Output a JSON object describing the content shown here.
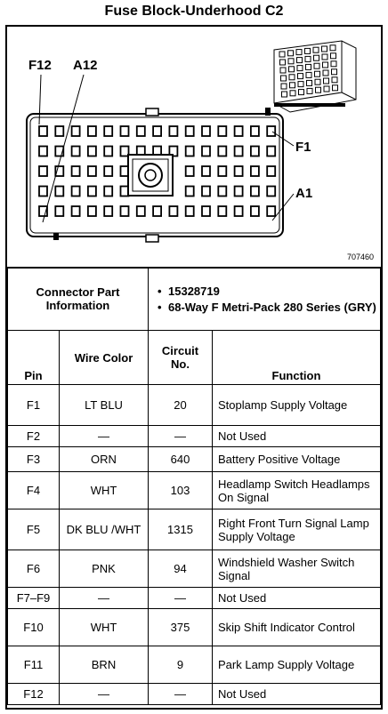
{
  "title": "Fuse Block-Underhood C2",
  "figure": {
    "pin_labels": {
      "f12": "F12",
      "a12": "A12",
      "f1": "F1",
      "a1": "A1"
    },
    "figure_number": "707460"
  },
  "connector": {
    "label": "Connector Part Information",
    "details": [
      "15328719",
      "68-Way F Metri-Pack 280 Series (GRY)"
    ]
  },
  "table": {
    "headers": {
      "pin": "Pin",
      "wire_color": "Wire Color",
      "circuit_no": "Circuit No.",
      "function": "Function"
    },
    "rows": [
      {
        "pin": "F1",
        "wire_color": "LT BLU",
        "circuit": "20",
        "function": "Stoplamp Supply Voltage"
      },
      {
        "pin": "F2",
        "wire_color": "—",
        "circuit": "—",
        "function": "Not Used"
      },
      {
        "pin": "F3",
        "wire_color": "ORN",
        "circuit": "640",
        "function": "Battery Positive Voltage"
      },
      {
        "pin": "F4",
        "wire_color": "WHT",
        "circuit": "103",
        "function": "Headlamp Switch Headlamps On Signal"
      },
      {
        "pin": "F5",
        "wire_color": "DK BLU /WHT",
        "circuit": "1315",
        "function": "Right Front Turn Signal Lamp Supply Voltage"
      },
      {
        "pin": "F6",
        "wire_color": "PNK",
        "circuit": "94",
        "function": "Windshield Washer Switch Signal"
      },
      {
        "pin": "F7–F9",
        "wire_color": "—",
        "circuit": "—",
        "function": "Not Used"
      },
      {
        "pin": "F10",
        "wire_color": "WHT",
        "circuit": "375",
        "function": "Skip Shift Indicator Control"
      },
      {
        "pin": "F11",
        "wire_color": "BRN",
        "circuit": "9",
        "function": "Park Lamp Supply Voltage"
      },
      {
        "pin": "F12",
        "wire_color": "—",
        "circuit": "—",
        "function": "Not Used"
      }
    ]
  }
}
